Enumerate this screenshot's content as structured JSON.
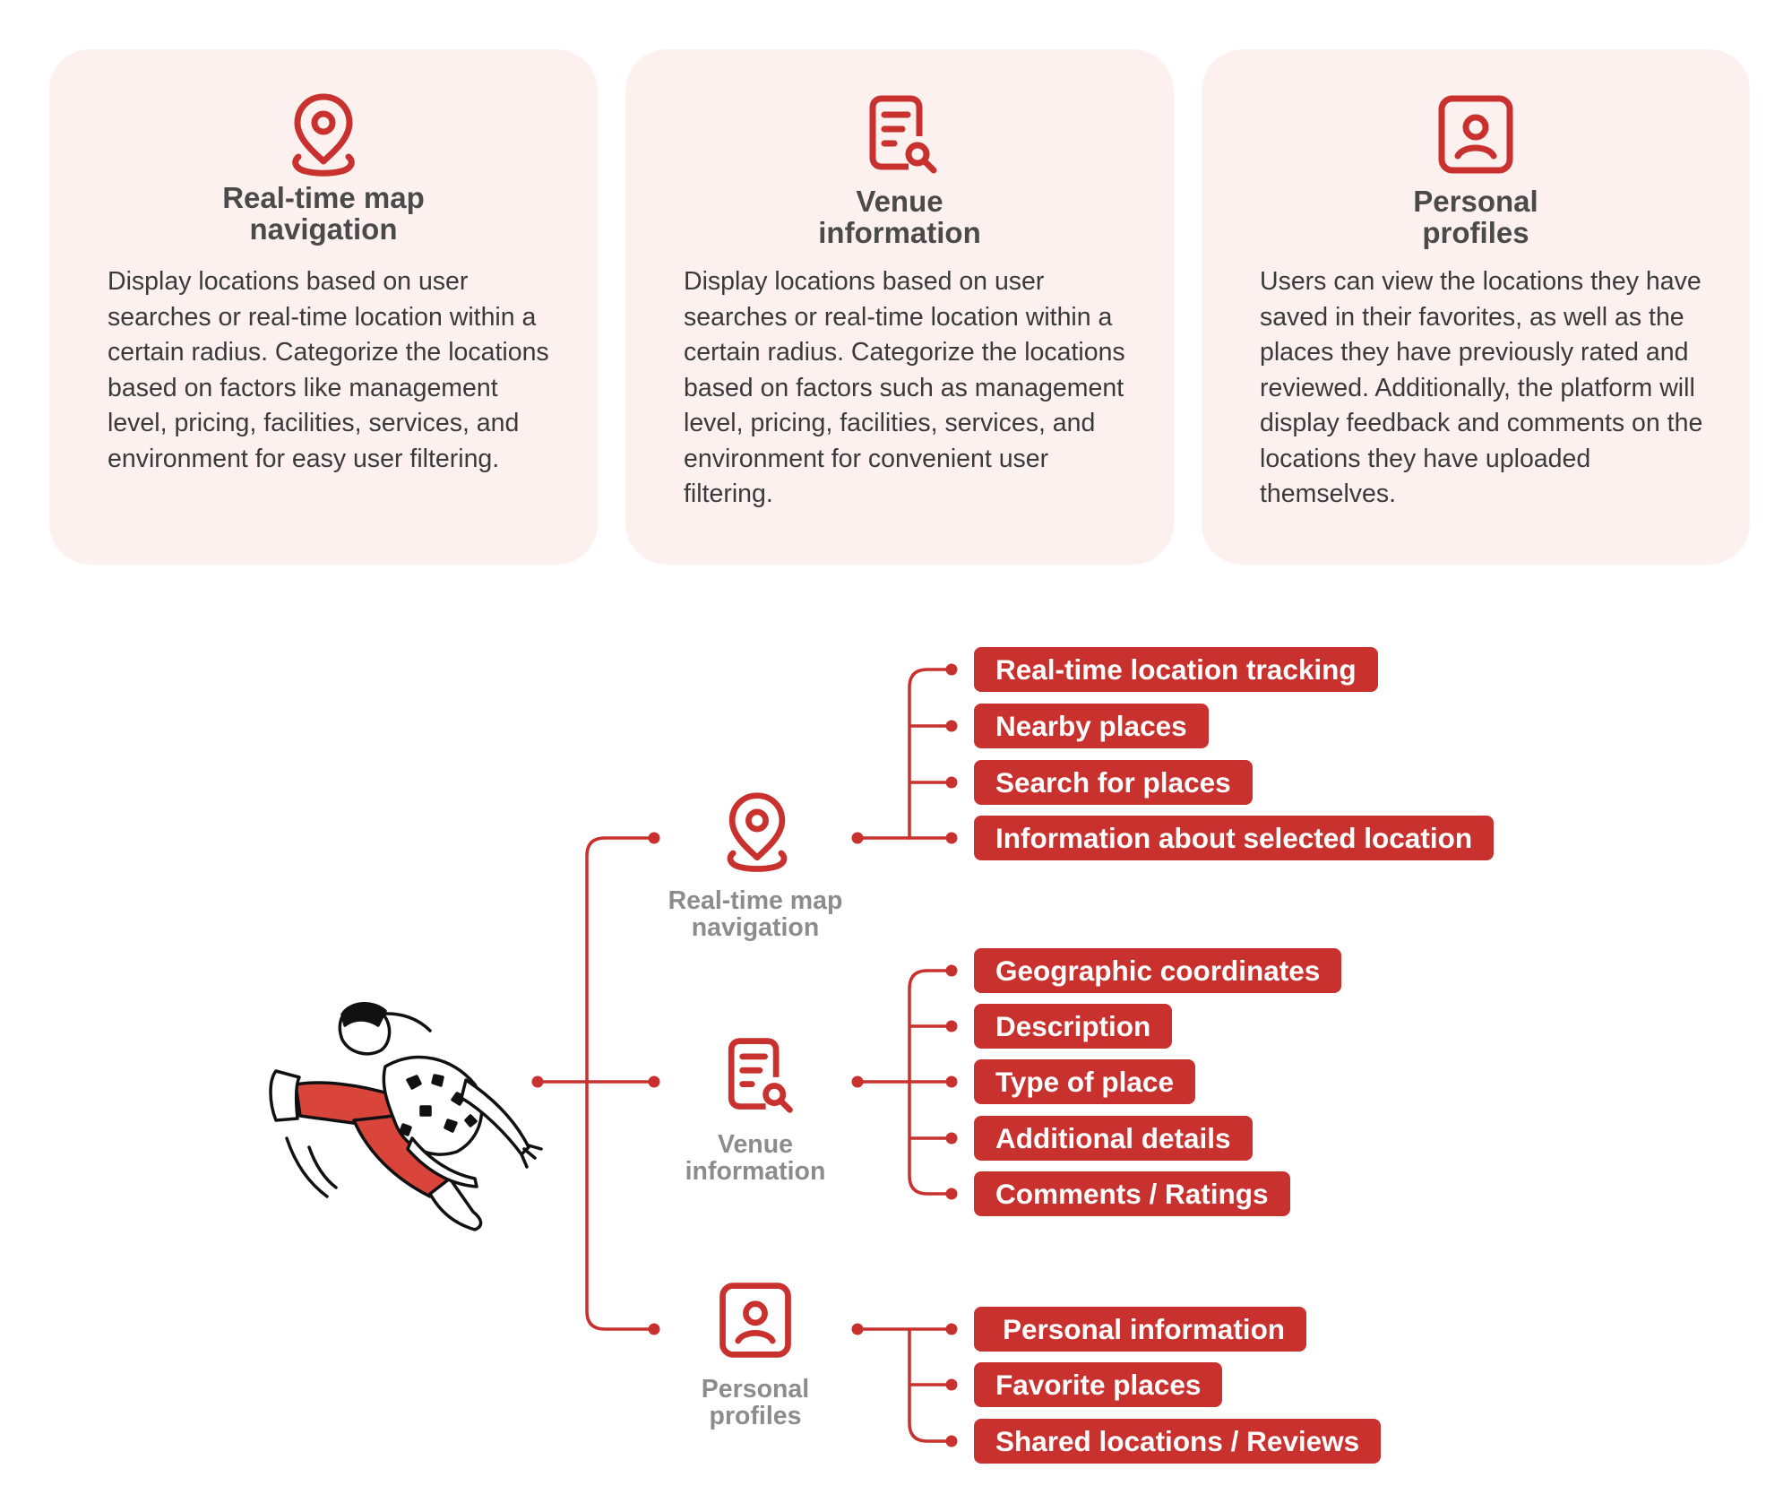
{
  "accent_color": "#c8312d",
  "card_background": "#fdf1ef",
  "cards": [
    {
      "icon": "map-pin-icon",
      "title": "Real-time map\nnavigation",
      "description": "Display locations based on user searches or real-time location within a certain radius. Categorize the locations based on factors like management level, pricing, facilities, services, and environment for easy user filtering."
    },
    {
      "icon": "document-search-icon",
      "title": "Venue\ninformation",
      "description": "Display locations based on user searches or real-time location within a certain radius. Categorize the locations based on factors such as management level, pricing, facilities, services, and environment for convenient user filtering."
    },
    {
      "icon": "user-profile-icon",
      "title": "Personal\nprofiles",
      "description": "Users can view the locations they have saved in their favorites, as well as the places they have previously rated and reviewed. Additionally, the platform will display feedback and comments on the locations they have uploaded themselves."
    }
  ],
  "tree": {
    "root_illustration": "running-person-illustration",
    "categories": [
      {
        "icon": "map-pin-icon",
        "label": "Real-time map\nnavigation",
        "features": [
          "Real-time location tracking",
          "Nearby places",
          "Search for places",
          "Information about selected location"
        ]
      },
      {
        "icon": "document-search-icon",
        "label": "Venue\ninformation",
        "features": [
          "Geographic coordinates",
          "Description",
          "Type of place",
          "Additional details",
          "Comments / Ratings"
        ]
      },
      {
        "icon": "user-profile-icon",
        "label": "Personal\nprofiles",
        "features": [
          "Personal information",
          "Favorite places",
          "Shared locations / Reviews"
        ]
      }
    ]
  }
}
